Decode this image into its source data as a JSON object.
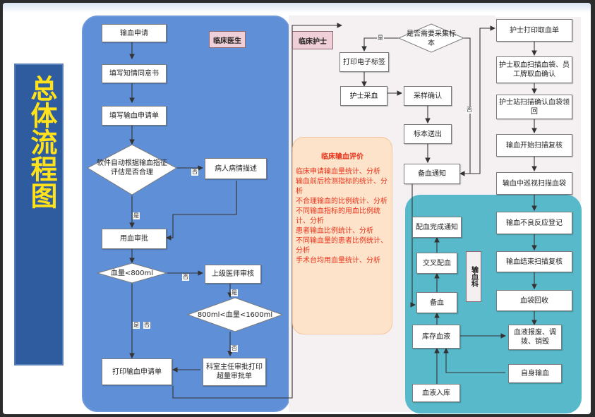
{
  "title": "总体流程图",
  "colors": {
    "doctor_panel": "#5f8fd6",
    "lab_panel": "#58b9cb",
    "title_bar": "#2f5c9e",
    "title_text": "#ffe21a",
    "eval_text": "#e8341c"
  },
  "roles": {
    "doctor": "临床医生",
    "nurse": "临床护士",
    "lab": "输血科"
  },
  "doctor_flow": {
    "apply": "输血申请",
    "consent": "填写知情同意书",
    "form": "填写输血申请单",
    "decision": "软件自动根据输血指征评估是否合理",
    "describe": "病人病情描述",
    "approve": "用血审批",
    "check800": "血量<800ml",
    "senior": "上级医师审核",
    "check1600": "800ml<血量<1600ml",
    "director": "科室主任审批打印超量审批单",
    "print": "打印输血申请单",
    "label_no": "否",
    "label_yes": "是"
  },
  "nurse_flow": {
    "decision": "是否需要采集标本",
    "print_label": "打印电子标签",
    "collect": "护士采血",
    "confirm": "采样确认",
    "send": "标本送出",
    "notify": "备血通知",
    "label_yes": "是",
    "label_no": "否"
  },
  "evaluation": {
    "title": "临床输血评价",
    "items": [
      "临床申请输血量统计、分析",
      "输血前后检测指标的统计、分析",
      "不合理输血的比例统计、分析",
      "不同输血指标的用血比例统计、分析",
      "患者输血比例统计、分析",
      "不同输血量的患者比例统计、分析",
      "手术台均用血量统计、分析"
    ]
  },
  "lab_flow": {
    "done": "配血完成通知",
    "crossmatch": "交叉配血",
    "prepare": "备血",
    "stock": "库存血液",
    "inbound": "血液入库",
    "scrap": "血液报废、调拨、销毁",
    "autologous": "自身输血"
  },
  "nurse_right": {
    "steps": [
      "护士打印取血单",
      "护士取血扫描血袋、员工牌取血确认",
      "护士站扫描确认血袋领回",
      "输血开始扫描复核",
      "输血中巡视扫描血袋",
      "输血不良反应登记",
      "输血结束扫描复核",
      "血袋回收"
    ]
  }
}
